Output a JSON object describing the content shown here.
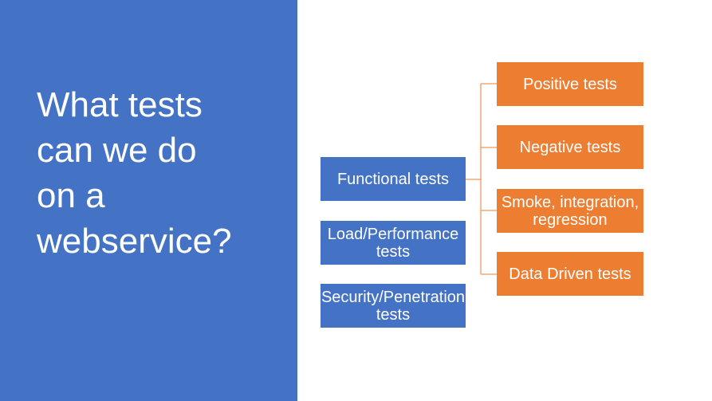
{
  "colors": {
    "left_panel_bg": "#4472c4",
    "left_box_bg": "#4472c4",
    "right_box_bg": "#ed7d31",
    "connector": "#ed7d31"
  },
  "title": "What tests\ncan we do\non a\nwebservice?",
  "left_boxes": [
    {
      "label": "Functional tests"
    },
    {
      "label": "Load/Performance\ntests"
    },
    {
      "label": "Security/Penetration\ntests"
    }
  ],
  "right_boxes": [
    {
      "label": "Positive tests"
    },
    {
      "label": "Negative tests"
    },
    {
      "label": "Smoke, integration,\nregression"
    },
    {
      "label": "Data Driven tests"
    }
  ]
}
